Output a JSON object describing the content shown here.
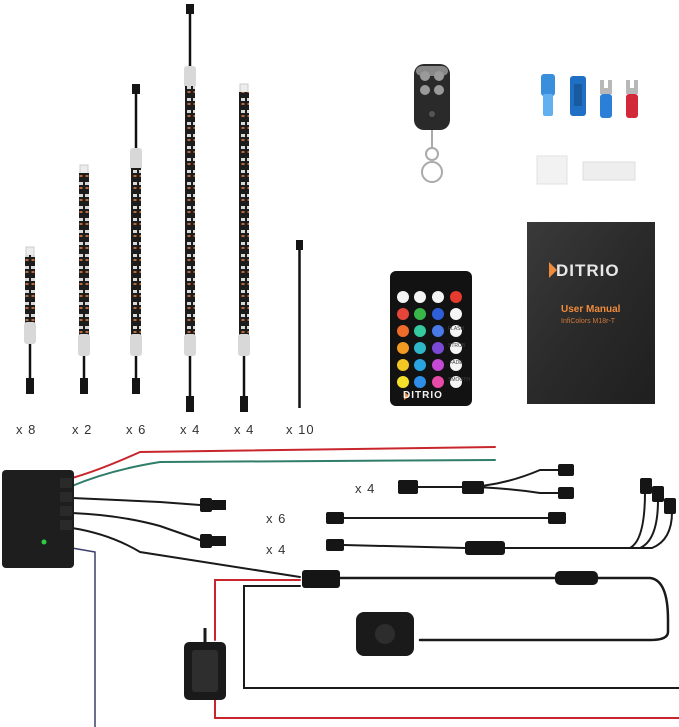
{
  "quantities": {
    "strip_1": "x 8",
    "strip_2": "x 2",
    "strip_3": "x 6",
    "strip_4": "x 4",
    "strip_5": "x 4",
    "cable_ties": "x 10",
    "y_splitter_4": "x 4",
    "ext_cable_6": "x 6",
    "ext_cable_4": "x 4"
  },
  "manual": {
    "brand": "DITRIO",
    "title": "User Manual",
    "subtitle": "InfiColors M18r-T"
  },
  "remote": {
    "brand": "DITRIO",
    "labels": {
      "flash": "FLASH",
      "strobe": "STROB",
      "fade": "FADE",
      "smooth": "SMOOTH"
    }
  },
  "colors": {
    "wire_red": "#c8262c",
    "wire_green": "#2f7d6a",
    "wire_black": "#1a1a1a",
    "brand_orange": "#f08a3c",
    "led_on": "#2ecc40"
  }
}
